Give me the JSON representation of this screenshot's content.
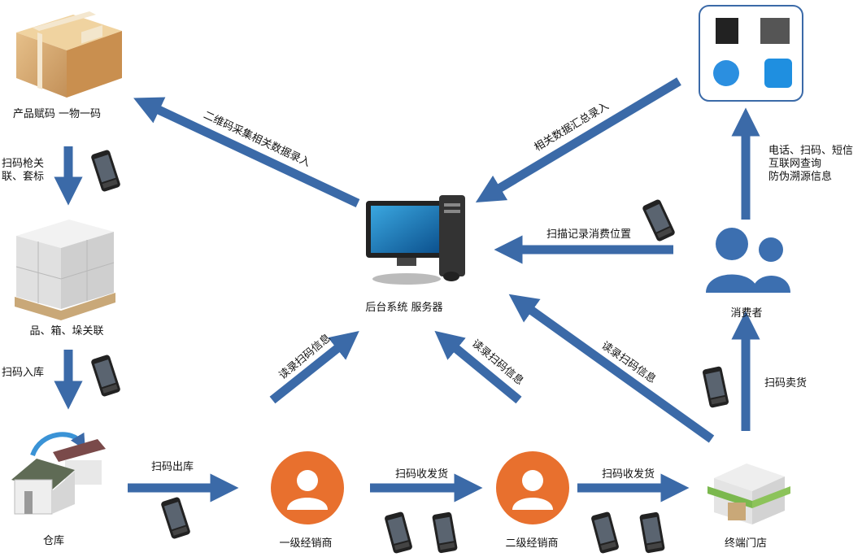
{
  "nodes": {
    "product": "产品赋码  一物一码",
    "pallet": "品、箱、垛关联",
    "warehouse": "仓库",
    "server": "后台系统 服务器",
    "dealer1": "一级经销商",
    "dealer2": "二级经销商",
    "store": "终端门店",
    "consumer": "消费者"
  },
  "edges": {
    "scan_link": [
      "扫码枪关",
      "联、套标"
    ],
    "scan_in": "扫码入库",
    "scan_out": "扫码出库",
    "recv1": "扫码收发货",
    "recv2": "扫码收发货",
    "collect": "二维码采集相关数据录入",
    "summary": "相关数据汇总录入",
    "consumer_pos": "扫描记录消费位置",
    "read1": "读录扫码信息",
    "read2": "读录扫码信息",
    "read3": "读录扫码信息",
    "sell": "扫码卖货",
    "query": [
      "电话、扫码、短信",
      "互联网查询",
      "防伪溯源信息"
    ]
  },
  "colors": {
    "arrow": "#3b6aa8",
    "person_bg": "#e8702e",
    "consumer_icon": "#3c6fb0"
  }
}
